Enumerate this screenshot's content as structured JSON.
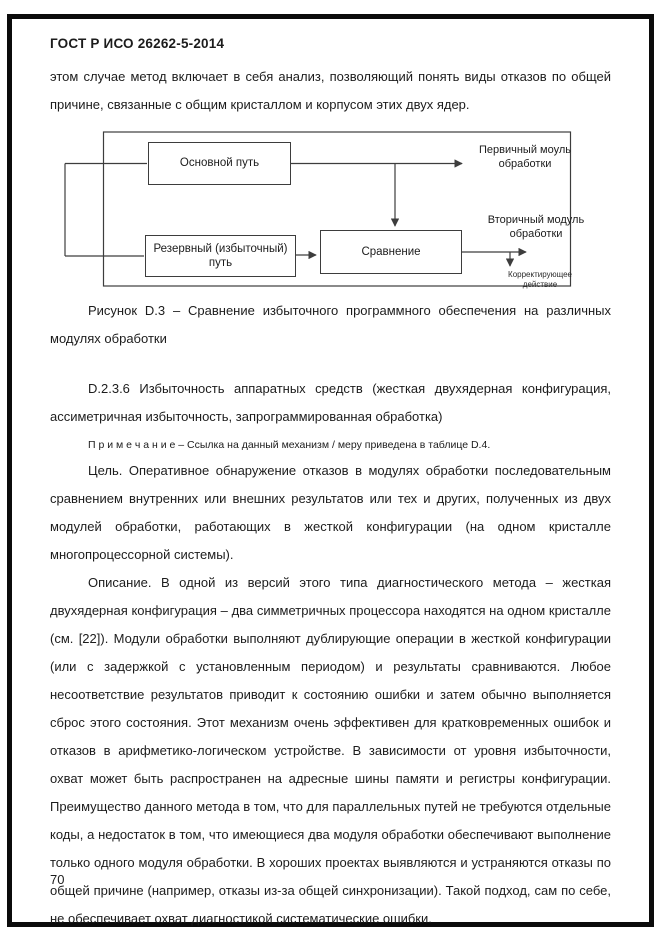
{
  "header": {
    "title": "ГОСТ Р ИСО 26262-5-2014"
  },
  "intro": {
    "text": "этом случае метод включает в себя анализ, позволяющий понять виды отказов по общей причине, связанные с общим кристаллом и корпусом этих двух ядер."
  },
  "figure": {
    "boxes": {
      "main_path": "Основной путь",
      "redundant_path": "Резервный (избыточный) путь",
      "comparison": "Сравнение"
    },
    "labels": {
      "primary_module": [
        "Первичный моуль",
        "обработки"
      ],
      "secondary_module": [
        "Вторичный модуль",
        "обработки"
      ],
      "corrective_action": [
        "Корректирующее",
        "действие"
      ]
    },
    "caption": "Рисунок D.3 – Сравнение избыточного программного обеспечения на различных модулях обработки"
  },
  "section": {
    "heading": "D.2.3.6 Избыточность аппаратных средств (жесткая двухядерная конфигурация, ассиметричная избыточность, запрограммированная обработка)",
    "note": "П р и м е ч а н и е  –  Ссылка на данный механизм / меру приведена в таблице D.4.",
    "paragraph_goal": "Цель. Оперативное обнаружение отказов в модулях обработки последовательным сравнением внутренних или внешних результатов или тех и других, полученных из двух модулей обработки, работающих в жесткой конфигурации (на одном кристалле многопроцессорной системы).",
    "paragraph_description": "Описание. В одной из версий этого типа диагностического метода – жесткая двухядерная конфигурация – два симметричных процессора находятся на одном кристалле (см. [22]). Модули обработки выполняют дублирующие операции в жесткой конфигурации (или с задержкой с установленным периодом) и результаты сравниваются. Любое несоответствие результатов приводит к состоянию ошибки и затем обычно выполняется сброс этого состояния. Этот механизм очень эффективен для кратковременных ошибок и отказов в арифметико-логическом устройстве. В зависимости от уровня избыточности, охват может быть распространен на адресные шины памяти и регистры конфигурации. Преимущество данного метода в том, что для параллельных путей не требуются отдельные коды, а недостаток в том, что имеющиеся два модуля обработки обеспечивают выполнение только одного модуля обработки. В хороших проектах выявляются и устраняются отказы по общей причине (например, отказы из-за общей синхронизации). Такой подход, сам по себе, не обеспечивает охват диагностикой систематические ошибки."
  },
  "footer": {
    "page_number": "70"
  }
}
